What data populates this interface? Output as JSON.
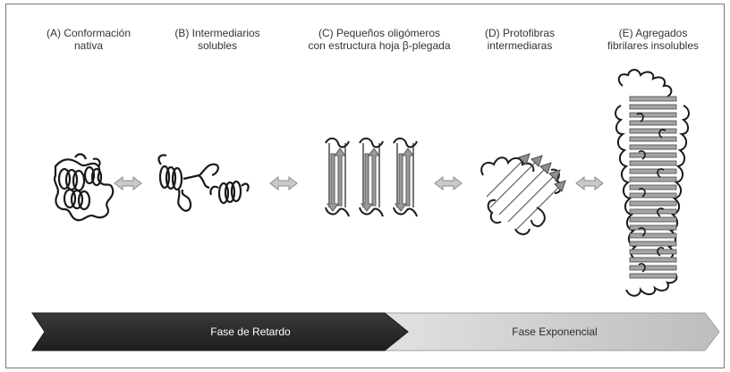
{
  "stages": [
    {
      "id": "A",
      "line1": "(A) Conformación",
      "line2": "nativa"
    },
    {
      "id": "B",
      "line1": "(B) Intermediarios",
      "line2": "solubles"
    },
    {
      "id": "C",
      "line1": "(C) Pequeños oligómeros",
      "line2": "con estructura hoja β-plegada"
    },
    {
      "id": "D",
      "line1": "(D) Protofibras",
      "line2": "intermediaras"
    },
    {
      "id": "E",
      "line1": "(E) Agregados",
      "line2": "fibrilares insolubles"
    }
  ],
  "phases": {
    "lag": "Fase de Retardo",
    "exponential": "Fase Exponencial"
  },
  "colors": {
    "lag_phase": "#2b2b2b",
    "exponential_phase": "#cfcfcf",
    "arrow_fill": "#c9c9c9",
    "protein_line": "#1a1a1a",
    "strand_fill": "#9a9a9a"
  }
}
